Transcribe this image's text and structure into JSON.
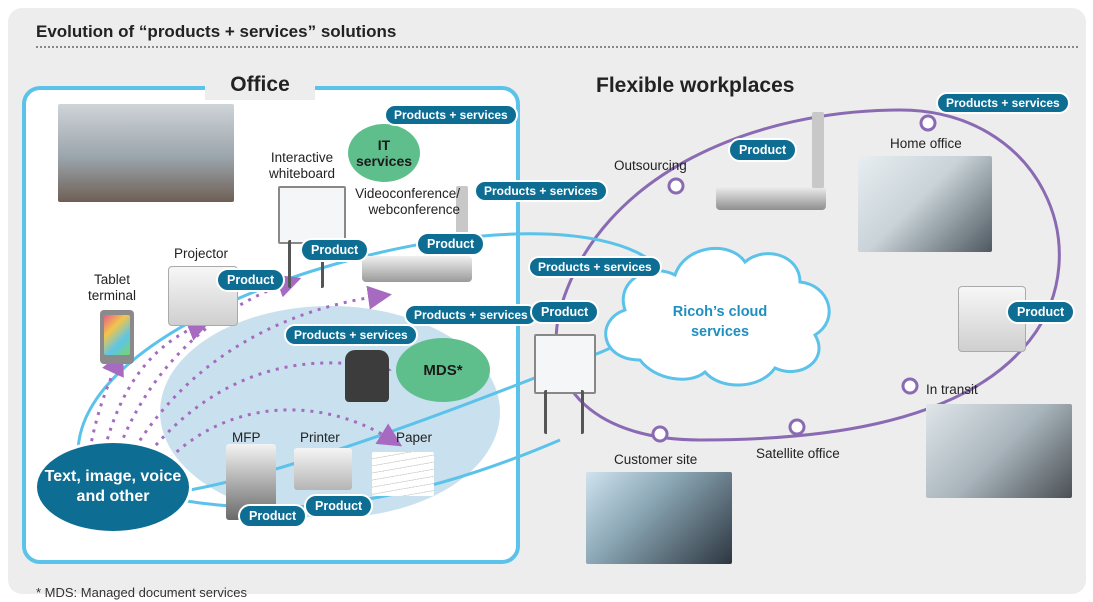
{
  "title": "Evolution of “products + services” solutions",
  "office_label": "Office",
  "flexible_label": "Flexible workplaces",
  "cloud_label": "Ricoh’s cloud services",
  "it_services": "IT services",
  "mds": "MDS*",
  "source": "Text, image, voice and other",
  "labels": {
    "interactive_whiteboard": "Interactive whiteboard",
    "videoconference": "Videoconference/ webconference",
    "projector": "Projector",
    "tablet": "Tablet terminal",
    "mfp": "MFP",
    "printer": "Printer",
    "paper": "Paper",
    "outsourcing": "Outsourcing",
    "home_office": "Home office",
    "in_transit": "In transit",
    "satellite_office": "Satellite office",
    "customer_site": "Customer site"
  },
  "pills": {
    "products_services": "Products + services",
    "product": "Product"
  },
  "footnote": "* MDS: Managed document services",
  "colors": {
    "pill_blue": "#0e6d93",
    "office_border": "#5bc2ea",
    "flex_loop": "#8a6bb3",
    "green": "#5fbf8c",
    "dotted_arrow": "#a66bc0"
  }
}
